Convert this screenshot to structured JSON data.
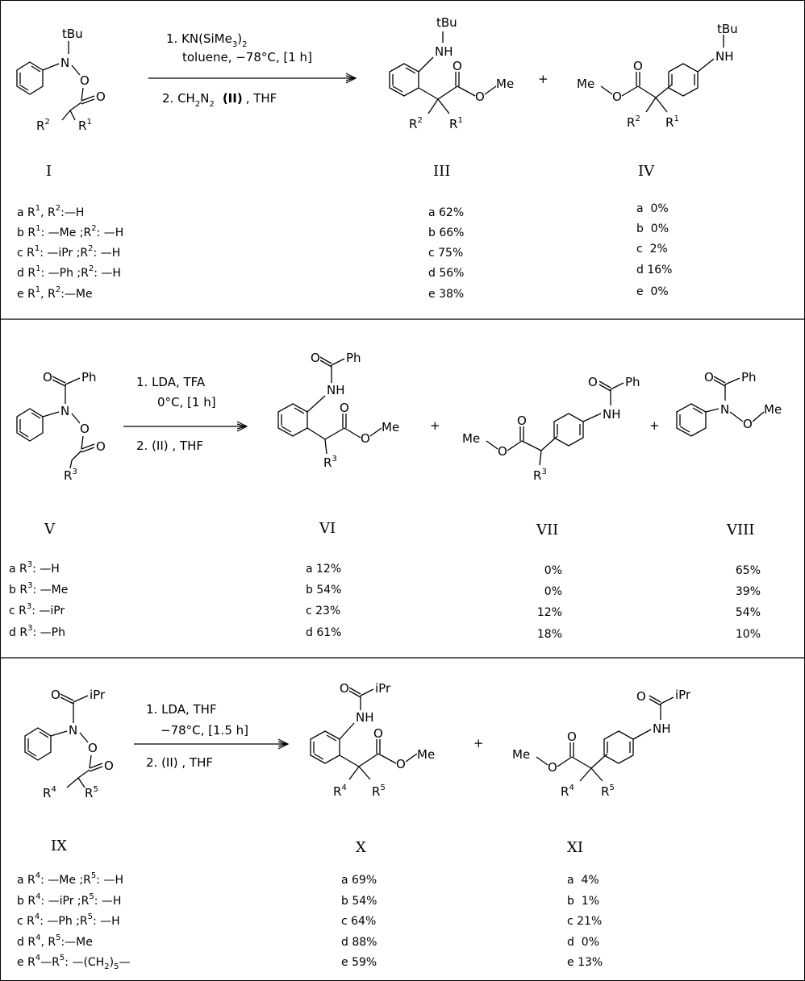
{
  "scheme1": {
    "reactant": {
      "id": "I",
      "labels": {
        "tbu": "tBu",
        "n": "N",
        "o": "O",
        "carbonyl_o": "O",
        "r2": "R",
        "r2_sup": "2",
        "r1": "R",
        "r1_sup": "1"
      }
    },
    "conditions": {
      "step1": "1. KN(SiMe",
      "step1_sub1": "3",
      "step1_end": ")",
      "step1_sub2": "2",
      "step1b": "toluene, −78°C, [1 h]",
      "step2a": "2. CH",
      "step2_sub1": "2",
      "step2b": "N",
      "step2_sub2": "2",
      "step2c": "(II)",
      "step2d": ", THF"
    },
    "product_ortho": {
      "id": "III",
      "labels": {
        "tbu": "tBu",
        "nh": "NH",
        "o": "O",
        "me": "Me",
        "r2": "R",
        "r2_sup": "2",
        "r1": "R",
        "r1_sup": "1"
      }
    },
    "plus": "+",
    "product_para": {
      "id": "IV",
      "labels": {
        "tbu": "tBu",
        "nh": "NH",
        "me": "Me",
        "o": "O",
        "r2": "R",
        "r2_sup": "2",
        "r1": "R",
        "r1_sup": "1"
      }
    },
    "substituents": [
      {
        "letter": "a",
        "text": "R1, R2:—H"
      },
      {
        "letter": "b",
        "text": "R1: —Me ;R2: —H"
      },
      {
        "letter": "c",
        "text": "R1: —iPr ;R2: —H"
      },
      {
        "letter": "d",
        "text": "R1: —Ph ;R2: —H"
      },
      {
        "letter": "e",
        "text": "R1, R2:—Me"
      }
    ],
    "yields_III": [
      "a 62%",
      "b 66%",
      "c 75%",
      "d 56%",
      "e 38%"
    ],
    "yields_IV": [
      "a  0%",
      "b  0%",
      "c  2%",
      "d 16%",
      "e  0%"
    ]
  },
  "scheme2": {
    "reactant": {
      "id": "V",
      "labels": {
        "o_top": "O",
        "ph": "Ph",
        "n": "N",
        "o": "O",
        "carbonyl_o": "O",
        "r3": "R",
        "r3_sup": "3"
      }
    },
    "conditions": {
      "step1": "1. LDA,  TFA",
      "step1b": "0°C,  [1 h]",
      "step2": "2. (II) , THF"
    },
    "product_ortho": {
      "id": "VI",
      "labels": {
        "o_top": "O",
        "ph": "Ph",
        "nh": "NH",
        "o": "O",
        "me": "Me",
        "r3": "R",
        "r3_sup": "3"
      }
    },
    "plus1": "+",
    "product_para": {
      "id": "VII",
      "labels": {
        "o_top": "O",
        "ph": "Ph",
        "nh": "NH",
        "me": "Me",
        "o": "O",
        "r3": "R",
        "r3_sup": "3"
      }
    },
    "plus2": "+",
    "product_methoxy": {
      "id": "VIII",
      "labels": {
        "o_top": "O",
        "ph": "Ph",
        "n": "N",
        "o": "O",
        "me": "Me"
      }
    },
    "substituents": [
      {
        "letter": "a",
        "text": "R3: —H"
      },
      {
        "letter": "b",
        "text": "R3: —Me"
      },
      {
        "letter": "c",
        "text": "R3: —iPr"
      },
      {
        "letter": "d",
        "text": "R3: —Ph"
      }
    ],
    "yields_VI": [
      "a 12%",
      "b 54%",
      "c 23%",
      "d 61%"
    ],
    "yields_VII": [
      "0%",
      "0%",
      "12%",
      "18%"
    ],
    "yields_VIII": [
      "65%",
      "39%",
      "54%",
      "10%"
    ]
  },
  "scheme3": {
    "reactant": {
      "id": "IX",
      "labels": {
        "o_top": "O",
        "ipr": "iPr",
        "n": "N",
        "o": "O",
        "carbonyl_o": "O",
        "r4": "R",
        "r4_sup": "4",
        "r5": "R",
        "r5_sup": "5"
      }
    },
    "conditions": {
      "step1": "1. LDA,  THF",
      "step1b": "−78°C, [1.5 h]",
      "step2": "2. (II) , THF"
    },
    "product_ortho": {
      "id": "X",
      "labels": {
        "o_top": "O",
        "ipr": "iPr",
        "nh": "NH",
        "o": "O",
        "me": "Me",
        "r4": "R",
        "r4_sup": "4",
        "r5": "R",
        "r5_sup": "5"
      }
    },
    "plus": "+",
    "product_para": {
      "id": "XI",
      "labels": {
        "o_top": "O",
        "ipr": "iPr",
        "nh": "NH",
        "me": "Me",
        "o": "O",
        "r4": "R",
        "r4_sup": "4",
        "r5": "R",
        "r5_sup": "5"
      }
    },
    "substituents": [
      {
        "letter": "a",
        "text": "R4: —Me ;R5: —H"
      },
      {
        "letter": "b",
        "text": "R4: —iPr ;R5: —H"
      },
      {
        "letter": "c",
        "text": "R4: —Ph ;R5: —H"
      },
      {
        "letter": "d",
        "text": "R4, R5:—Me"
      },
      {
        "letter": "e",
        "text": "R4—R5: —(CH2)5—"
      }
    ],
    "yields_X": [
      "a 69%",
      "b 54%",
      "c 64%",
      "d 88%",
      "e 59%"
    ],
    "yields_XI": [
      "a  4%",
      "b  1%",
      "c 21%",
      "d  0%",
      "e 13%"
    ]
  }
}
